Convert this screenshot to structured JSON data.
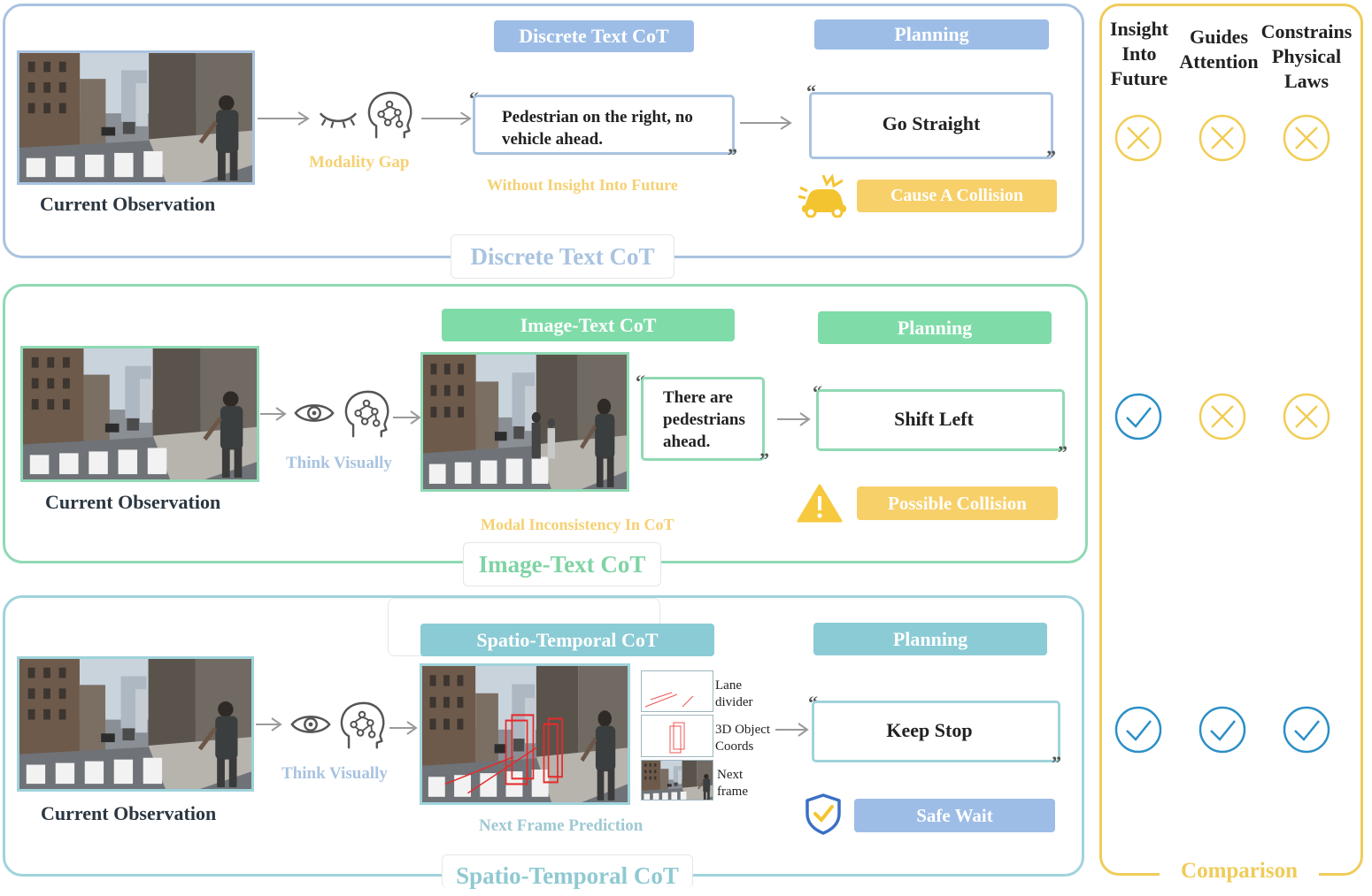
{
  "colors": {
    "blue_panel": "#a9c3e0",
    "blue_pill": "#9dbde6",
    "green_panel": "#8fd9b4",
    "green_pill": "#7fdca8",
    "teal_panel": "#9fd3db",
    "teal_pill": "#8bcbd5",
    "yellow": "#f7d06a",
    "comparison_border": "#efcc5a"
  },
  "panel_discrete": {
    "title": "Discrete Text CoT",
    "cot_label": "Discrete Text CoT",
    "planning_label": "Planning",
    "observation_caption": "Current Observation",
    "gap_label": "Modality Gap",
    "reasoning_text": "Pedestrian on the right, no vehicle ahead.",
    "note": "Without Insight Into Future",
    "plan_text": "Go Straight",
    "outcome": "Cause A Collision",
    "icons": [
      "closed-eye-icon",
      "brain-network-icon",
      "car-crash-icon"
    ]
  },
  "panel_image_text": {
    "title": "Image-Text CoT",
    "cot_label": "Image-Text CoT",
    "planning_label": "Planning",
    "observation_caption": "Current Observation",
    "think_label": "Think Visually",
    "reasoning_text": "There are pedestrians ahead.",
    "note": "Modal Inconsistency In CoT",
    "plan_text": "Shift Left",
    "outcome": "Possible Collision",
    "icons": [
      "eye-icon",
      "brain-network-icon",
      "warning-icon"
    ]
  },
  "panel_spatio": {
    "title": "Spatio-Temporal CoT",
    "cot_label": "Spatio-Temporal CoT",
    "planning_label": "Planning",
    "observation_caption": "Current Observation",
    "think_label": "Think Visually",
    "prediction_caption": "Next Frame Prediction",
    "components": [
      {
        "label_line1": "Lane",
        "label_line2": "divider"
      },
      {
        "label_line1": "3D Object",
        "label_line2": "Coords"
      },
      {
        "label_line1": "Next",
        "label_line2": "frame"
      }
    ],
    "plan_text": "Keep Stop",
    "outcome": "Safe Wait",
    "icons": [
      "eye-icon",
      "brain-network-icon",
      "shield-check-icon"
    ]
  },
  "comparison": {
    "title": "Comparison",
    "columns": [
      {
        "line1": "Insight",
        "line2": "Into",
        "line3": "Future"
      },
      {
        "line1": "Guides",
        "line2": "Attention",
        "line3": ""
      },
      {
        "line1": "Constrains",
        "line2": "Physical",
        "line3": "Laws"
      }
    ],
    "rows": [
      {
        "method": "Discrete Text CoT",
        "marks": [
          "cross",
          "cross",
          "cross"
        ]
      },
      {
        "method": "Image-Text CoT",
        "marks": [
          "check",
          "cross",
          "cross"
        ]
      },
      {
        "method": "Spatio-Temporal CoT",
        "marks": [
          "check",
          "check",
          "check"
        ]
      }
    ]
  }
}
